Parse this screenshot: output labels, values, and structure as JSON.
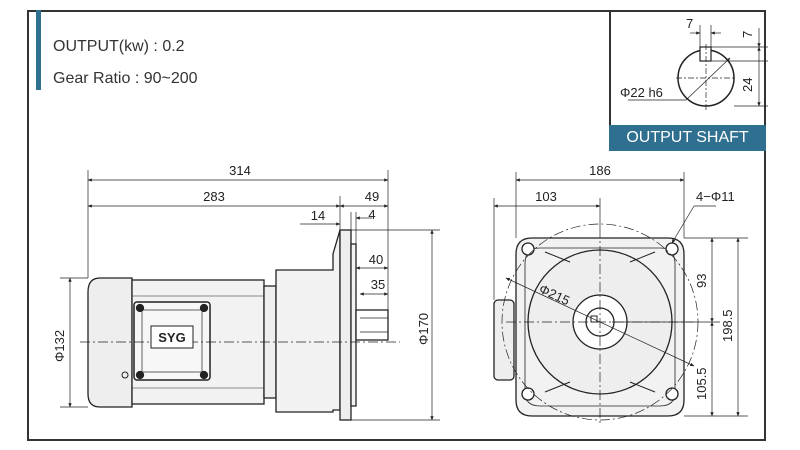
{
  "specs": {
    "output": "OUTPUT(kw) : 0.2",
    "gear_ratio": "Gear Ratio : 90~200"
  },
  "shaft": {
    "label": "OUTPUT SHAFT",
    "key_width": "7",
    "key_depth": "7",
    "height": "24",
    "diameter": "Φ22 h6"
  },
  "side_view": {
    "overall_length": "314",
    "body_length": "283",
    "flange_to_end": "49",
    "flange_thickness": "14",
    "gap": "4",
    "shaft_length": "40",
    "key_length": "35",
    "motor_diameter": "Φ132",
    "flange_diameter": "Φ170",
    "brand": "SYG"
  },
  "front_view": {
    "width": "186",
    "half_width": "103",
    "holes": "4−Φ11",
    "pcd": "Φ215",
    "upper_height": "93",
    "total_height": "198.5",
    "lower_height": "105.5"
  },
  "colors": {
    "accent": "#2f6f8f",
    "body_fill": "#f2f2f2",
    "line": "#222222"
  }
}
